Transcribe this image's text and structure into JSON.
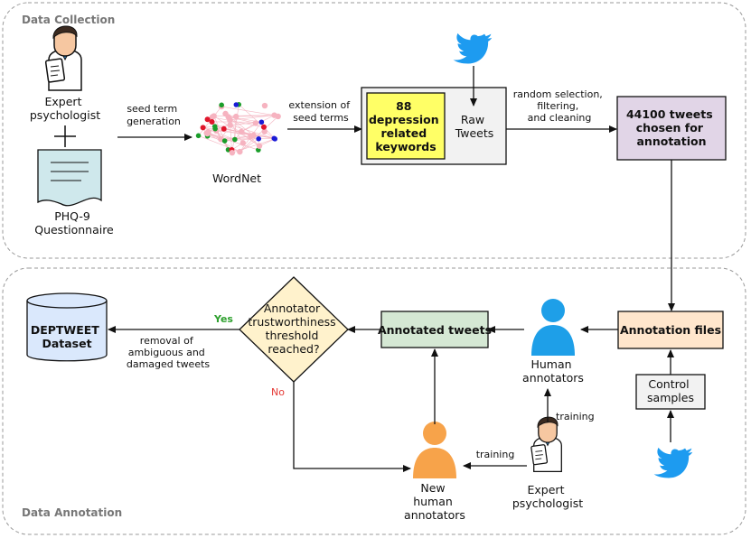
{
  "sections": {
    "collection": "Data Collection",
    "annotation": "Data Annotation"
  },
  "nodes": {
    "expert_top": [
      "Expert",
      "psychologist"
    ],
    "phq9": [
      "PHQ-9",
      "Questionnaire"
    ],
    "wordnet": "WordNet",
    "keywords": [
      "88",
      "depression",
      "related",
      "keywords"
    ],
    "raw_tweets": [
      "Raw",
      "Tweets"
    ],
    "tweets_chosen": [
      "44100 tweets",
      "chosen for",
      "annotation"
    ],
    "annotation_files": "Annotation files",
    "control_samples": [
      "Control",
      "samples"
    ],
    "human_annotators": [
      "Human",
      "annotators"
    ],
    "annotated_tweets": "Annotated tweets",
    "decision": [
      "Annotator",
      "trustworthiness",
      "threshold",
      "reached?"
    ],
    "dataset": [
      "DEPTWEET",
      "Dataset"
    ],
    "new_annotators": [
      "New",
      "human",
      "annotators"
    ],
    "expert_bottom": [
      "Expert",
      "psychologist"
    ]
  },
  "edges": {
    "seed_term": [
      "seed term",
      "generation"
    ],
    "extension": [
      "extension of",
      "seed terms"
    ],
    "random_selection": [
      "random selection,",
      "filtering,",
      "and cleaning"
    ],
    "removal": [
      "removal of",
      "ambiguous and",
      "damaged tweets"
    ],
    "yes": "Yes",
    "no": "No",
    "training_up": "training",
    "training_left": "training"
  },
  "colors": {
    "keywords_fill": "#ffff66",
    "raw_tweets_fill": "#f2f2f2",
    "tweets_chosen_fill": "#e1d5e7",
    "annotation_files_fill": "#ffe6cc",
    "annotated_tweets_fill": "#d5e8d4",
    "decision_fill": "#fff2cc",
    "dataset_fill": "#dae8fc",
    "phq_fill": "#cfe8ec",
    "twitter": "#1d9bf0",
    "annotator_blue": "#1e9fe8",
    "annotator_orange": "#f7a34a",
    "yes_color": "#2ea02e",
    "no_color": "#e53935"
  },
  "icons": [
    "twitter-icon",
    "doctor-icon",
    "person-icon",
    "document-icon",
    "database-icon",
    "plus-icon",
    "wordnet-graph-icon"
  ]
}
